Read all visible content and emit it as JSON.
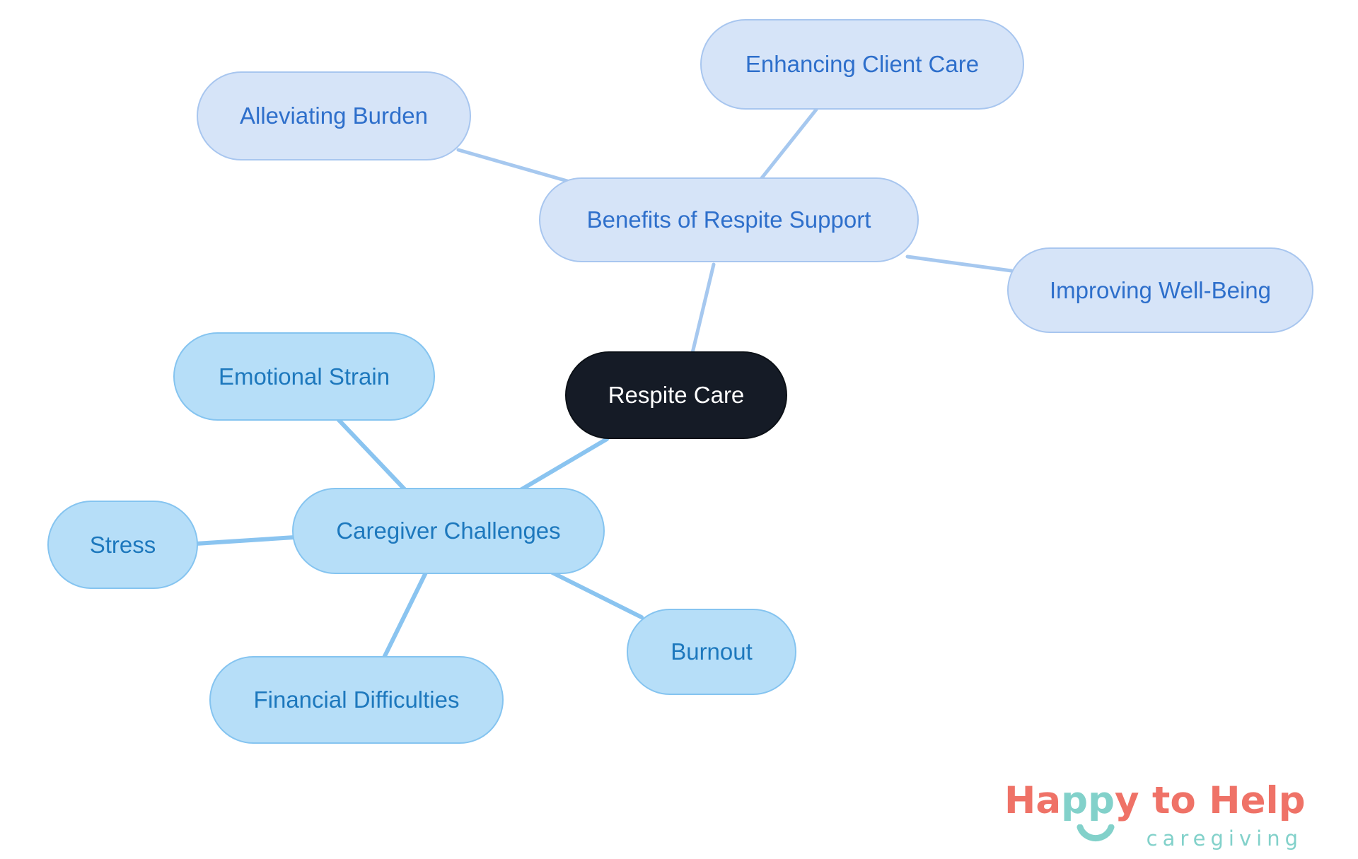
{
  "mindmap": {
    "root": {
      "label": "Respite Care",
      "fill": "#151b26",
      "border": "#0c1117",
      "text_color": "#ffffff"
    },
    "branches": [
      {
        "label": "Benefits of Respite Support",
        "style": {
          "fill": "#d6e4f8",
          "border": "#a8c6ef",
          "text_color": "#2e6fcb",
          "edge_color": "#a6c8ef"
        },
        "children": [
          {
            "label": "Alleviating Burden"
          },
          {
            "label": "Enhancing Client Care"
          },
          {
            "label": "Improving Well-Being"
          }
        ]
      },
      {
        "label": "Caregiver Challenges",
        "style": {
          "fill": "#b6def8",
          "border": "#85c4f0",
          "text_color": "#1d78bd",
          "edge_color": "#8ac4f0"
        },
        "children": [
          {
            "label": "Emotional Strain"
          },
          {
            "label": "Stress"
          },
          {
            "label": "Financial Difficulties"
          },
          {
            "label": "Burnout"
          }
        ]
      }
    ]
  },
  "logo": {
    "part1": "Ha",
    "part2": "pp",
    "part3": "y to Help",
    "subtitle": "caregiving",
    "coral": "#ef7267",
    "teal": "#82d1ca"
  }
}
